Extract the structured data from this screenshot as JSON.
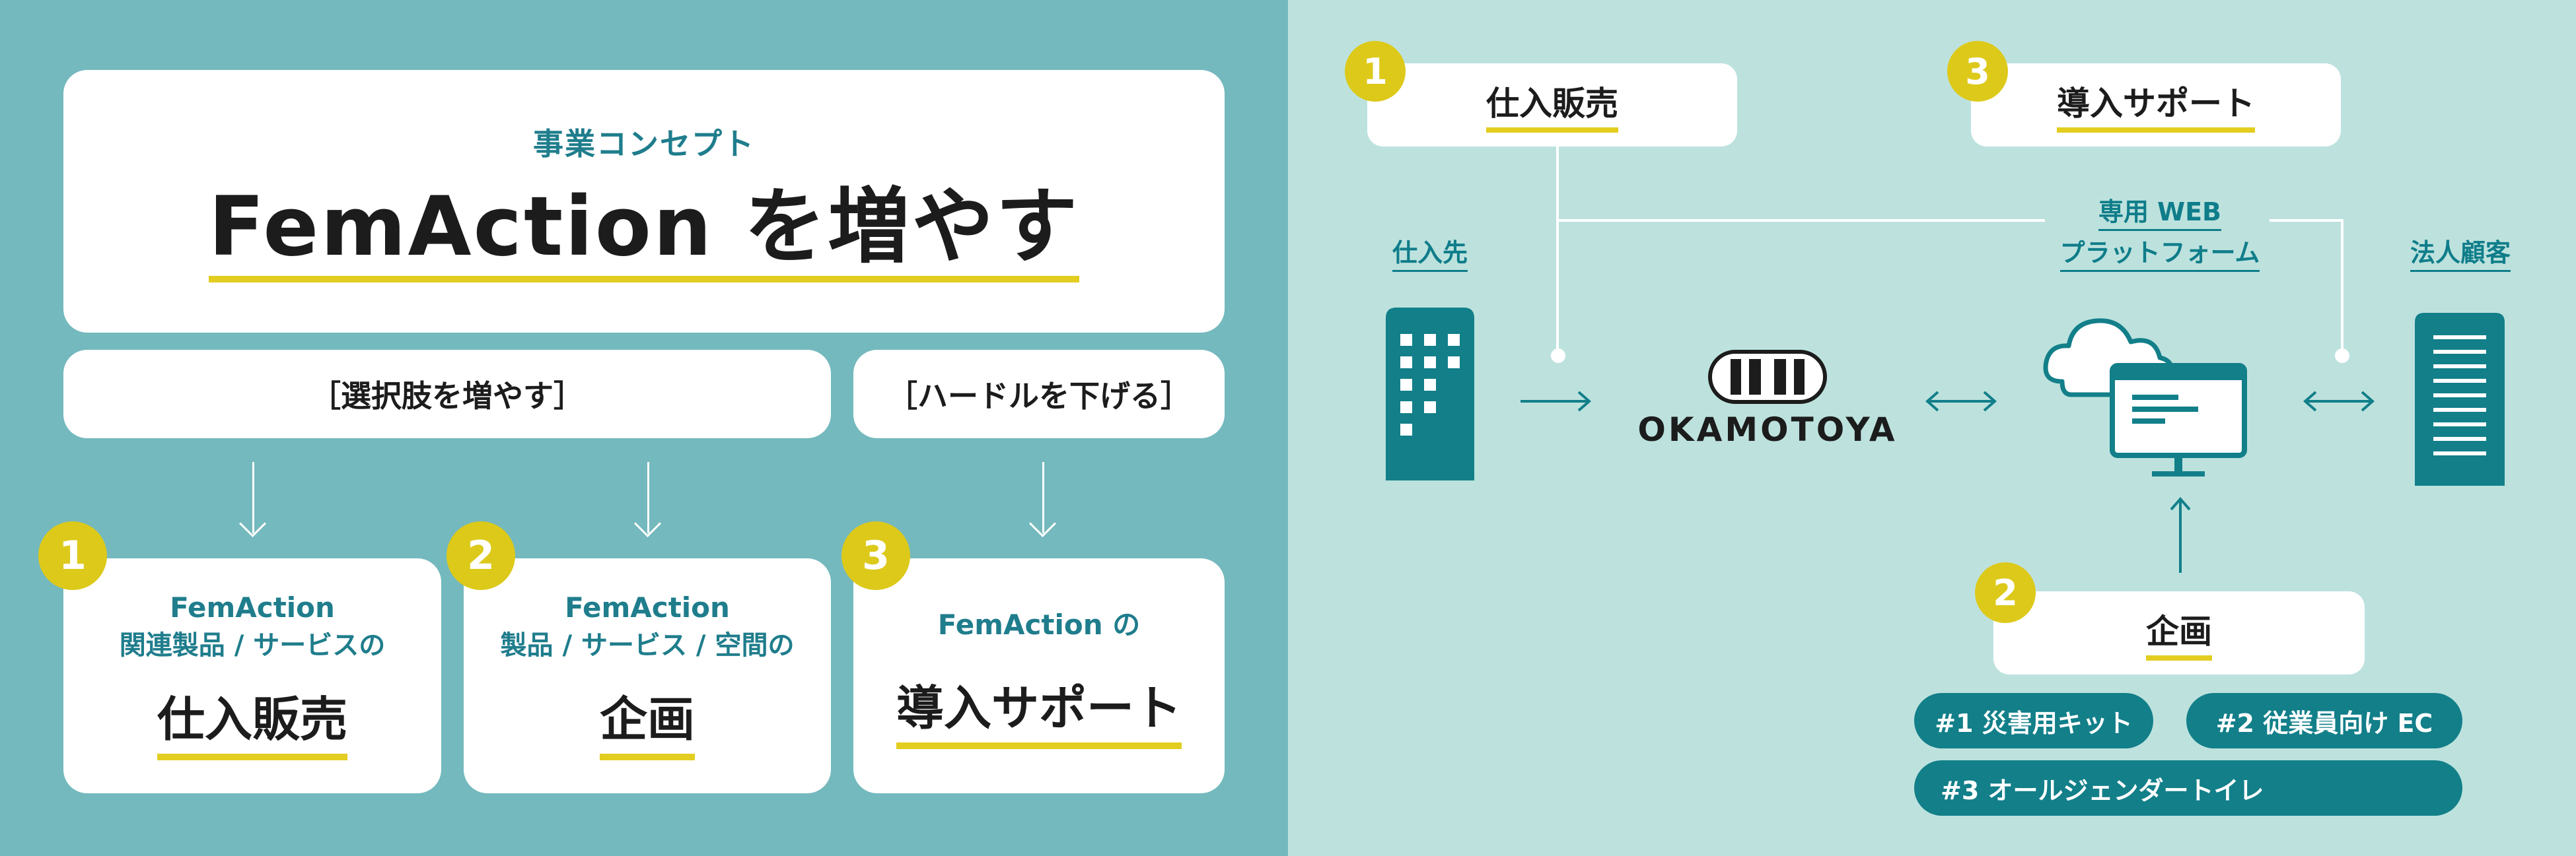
{
  "concept": {
    "label": "事業コンセプト",
    "title": "FemAction を増やす"
  },
  "brackets": {
    "left": "［選択肢を増やす］",
    "right": "［ハードルを下げる］"
  },
  "cards": [
    {
      "number": "1",
      "line1": "FemAction",
      "line2": "関連製品 / サービスの",
      "title": "仕入販売"
    },
    {
      "number": "2",
      "line1": "FemAction",
      "line2": "製品 / サービス / 空間の",
      "title": "企画"
    },
    {
      "number": "3",
      "line1": "FemAction の",
      "line2": "",
      "title": "導入サポート"
    }
  ],
  "right": {
    "box1": {
      "number": "1",
      "title": "仕入販売"
    },
    "box3": {
      "number": "3",
      "title": "導入サポート"
    },
    "box2": {
      "number": "2",
      "title": "企画"
    },
    "supplier_label": "仕入先",
    "platform_label_1": "専用 WEB",
    "platform_label_2": "プラットフォーム",
    "client_label": "法人顧客",
    "logo_text": "OKAMOTOYA",
    "tags": [
      "#1 災害用キット",
      "#2 従業員向け EC",
      "#3 オールジェンダートイレ"
    ]
  },
  "colors": {
    "left_bg": "#74b9bd",
    "right_bg": "#bde2de",
    "teal": "#127f89",
    "yellow": "#ddc91a"
  }
}
